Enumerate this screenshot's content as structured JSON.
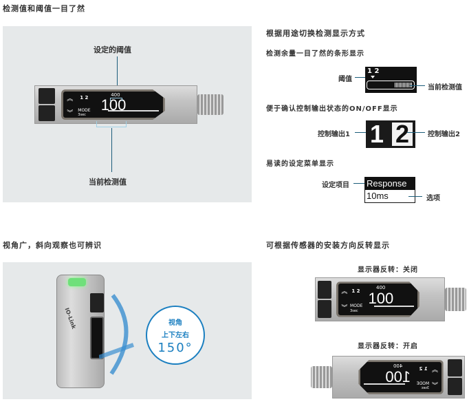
{
  "section1": {
    "title": "检测值和阈值一目了然",
    "label_threshold": "设定的阈值",
    "label_current": "当前检测值"
  },
  "section2": {
    "title": "根据用途切换检测显示方式",
    "bar": {
      "heading": "检测余量一目了然的条形显示",
      "label_left": "阈值",
      "label_right": "当前检测值",
      "screen_outputs": "1 2"
    },
    "onoff": {
      "heading": "便于确认控制输出状态的ON/OFF显示",
      "label_left": "控制输出1",
      "label_right": "控制输出2",
      "out1": "1",
      "out2": "2"
    },
    "menu": {
      "heading": "易读的设定菜单显示",
      "label_left": "设定项目",
      "label_right": "选项",
      "item": "Response",
      "option": "10ms"
    }
  },
  "section3": {
    "title": "视角广，斜向观察也可辨识",
    "badge_line1": "视角",
    "badge_line2": "上下左右",
    "badge_value": "150°",
    "logo_text": "IO-Link"
  },
  "section4": {
    "title": "可根据传感器的安装方向反转显示",
    "off_label": "显示器反转：关闭",
    "on_label": "显示器反转：开启"
  },
  "display": {
    "threshold": "400",
    "current": "100",
    "outputs": "1 2",
    "mode": "MODE",
    "mode_sub": "3sec"
  },
  "colors": {
    "accent": "#1a5c7a",
    "badge": "#1b7fc0",
    "panel": "#e6e9ea"
  }
}
